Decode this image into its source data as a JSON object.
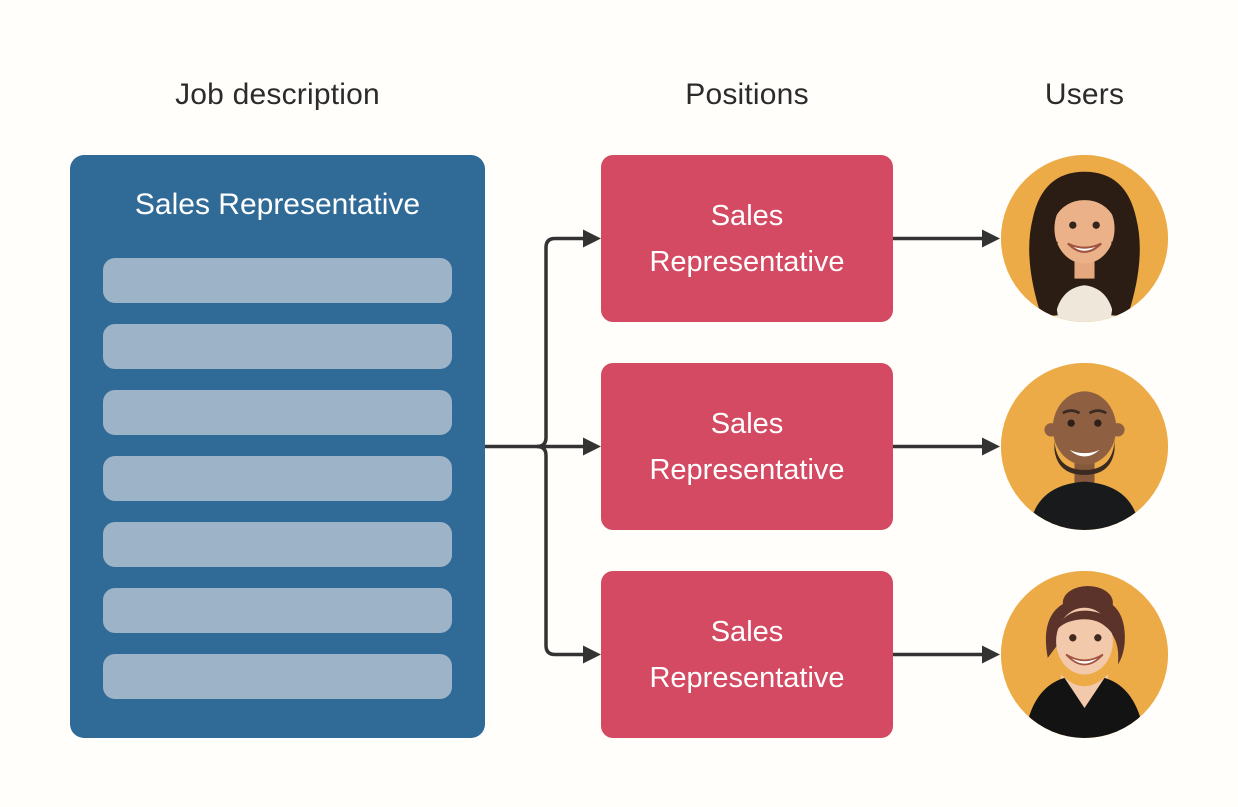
{
  "columns": [
    {
      "id": "job-description",
      "label": "Job description"
    },
    {
      "id": "positions",
      "label": "Positions"
    },
    {
      "id": "users",
      "label": "Users"
    }
  ],
  "job_description_card": {
    "title": "Sales Representative",
    "placeholder_line_count": 7
  },
  "position_cards": [
    {
      "label": "Sales Representative"
    },
    {
      "label": "Sales Representative"
    },
    {
      "label": "Sales Representative"
    }
  ],
  "users": [
    {
      "avatar": "woman-long-dark-hair-photo"
    },
    {
      "avatar": "bald-man-with-beard-photo"
    },
    {
      "avatar": "woman-updo-black-top-photo"
    }
  ],
  "connections": {
    "job_to_positions": "one blue card branches to 3 position cards",
    "position_to_user": "each position card points to one user avatar"
  },
  "colors": {
    "canvas_bg": "#FFFEFB",
    "heading_text": "#2B2B2B",
    "job_card_bg": "#306A97",
    "placeholder_line": "#9DB3C8",
    "position_card_bg": "#D34A62",
    "card_text": "#FFFFFF",
    "avatar_bg": "#ECAB47",
    "arrow": "#333333"
  }
}
